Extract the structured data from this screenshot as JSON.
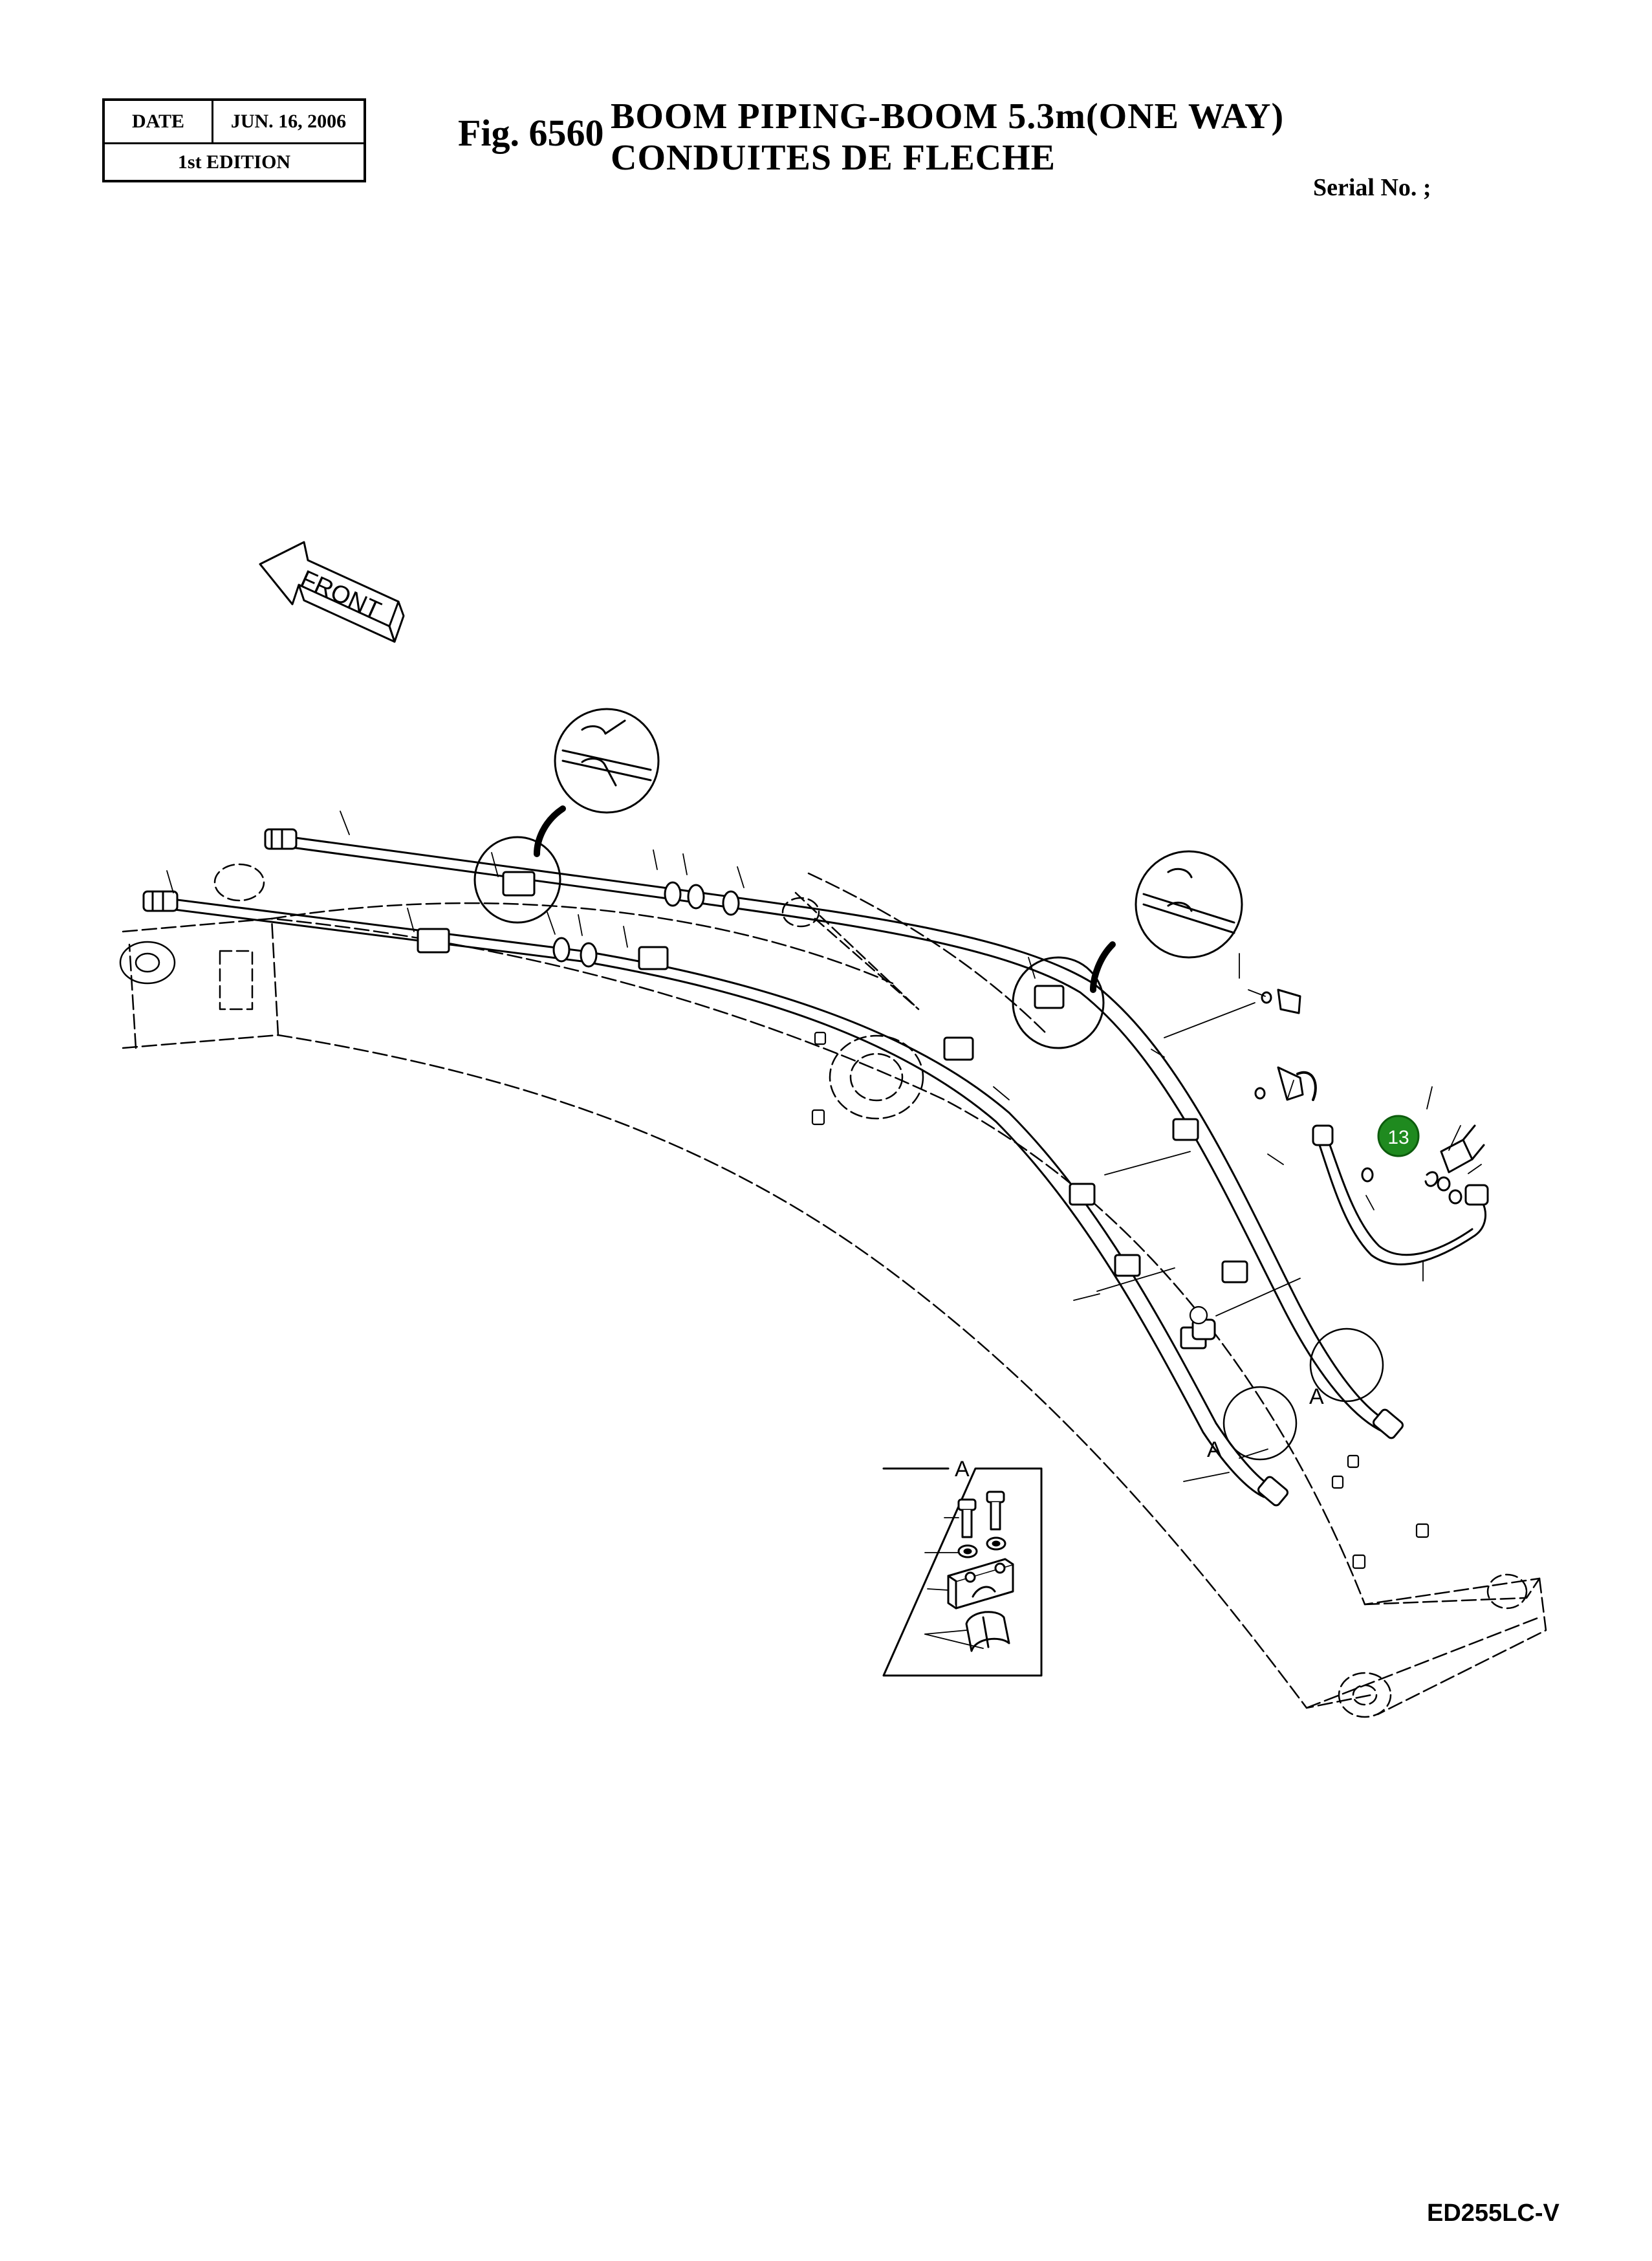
{
  "header": {
    "date_label": "DATE",
    "date_value": "JUN. 16, 2006",
    "edition": "1st EDITION",
    "fig_label": "Fig. 6560",
    "title_line1": "BOOM  PIPING-BOOM  5.3m(ONE  WAY)",
    "title_line2": "CONDUITES  DE  FLECHE",
    "serial": "Serial No. ;"
  },
  "diagram": {
    "front_label": "FRONT",
    "detail_ref_a": "A",
    "detail_box_title": "A",
    "highlight_callout": "13",
    "colors": {
      "line": "#000000",
      "callout_fill": "#1f8a1f",
      "callout_text": "#ffffff"
    }
  },
  "footer": {
    "model_code": "ED255LC-V"
  }
}
